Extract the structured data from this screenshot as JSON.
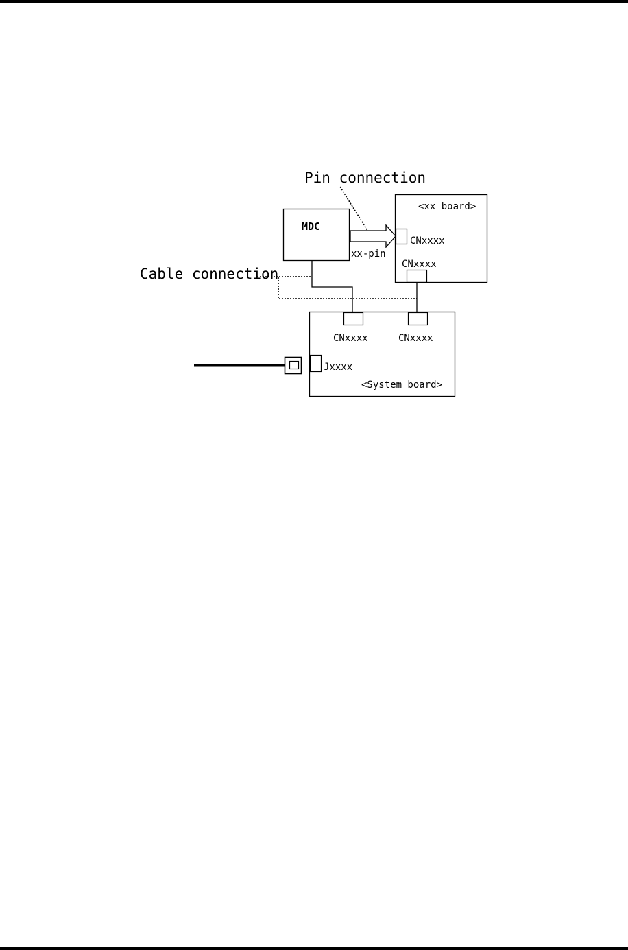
{
  "page": {
    "rule_color": "#000000"
  },
  "labels": {
    "pin_connection": "Pin connection",
    "cable_connection": "Cable connection",
    "mdc": "MDC",
    "xx_pin": "xx-pin",
    "xx_board": "<xx board>",
    "xx_board_cn_side": "CNxxxx",
    "xx_board_cn_bottom": "CNxxxx",
    "system_cn_left": "CNxxxx",
    "system_cn_right": "CNxxxx",
    "jack": "Jxxxx",
    "system_board": "<System board>"
  }
}
